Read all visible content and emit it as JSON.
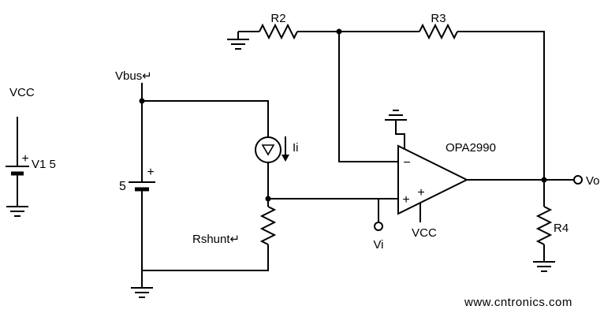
{
  "colors": {
    "background": "#ffffff",
    "wire": "#000000",
    "watermark": "#8dca7e"
  },
  "labels": {
    "r2": "R2",
    "r3": "R3",
    "r4": "R4",
    "rshunt": "Rshunt↵",
    "vbus": "Vbus↵",
    "vcc_left_rail": "VCC",
    "v1_name_value": "V1 5",
    "vbus_battery_value": "5",
    "plus_v1": "+",
    "plus_vbus_battery": "+",
    "current_source": "Ii",
    "opamp_part": "OPA2990",
    "opamp_inverting": "−",
    "opamp_noninverting": "+",
    "opamp_supply_plus": "+",
    "opamp_supply": "VCC",
    "vi_terminal": "Vi",
    "vo_terminal": "Vo"
  },
  "watermark": {
    "text": "www.cntronics.com"
  }
}
